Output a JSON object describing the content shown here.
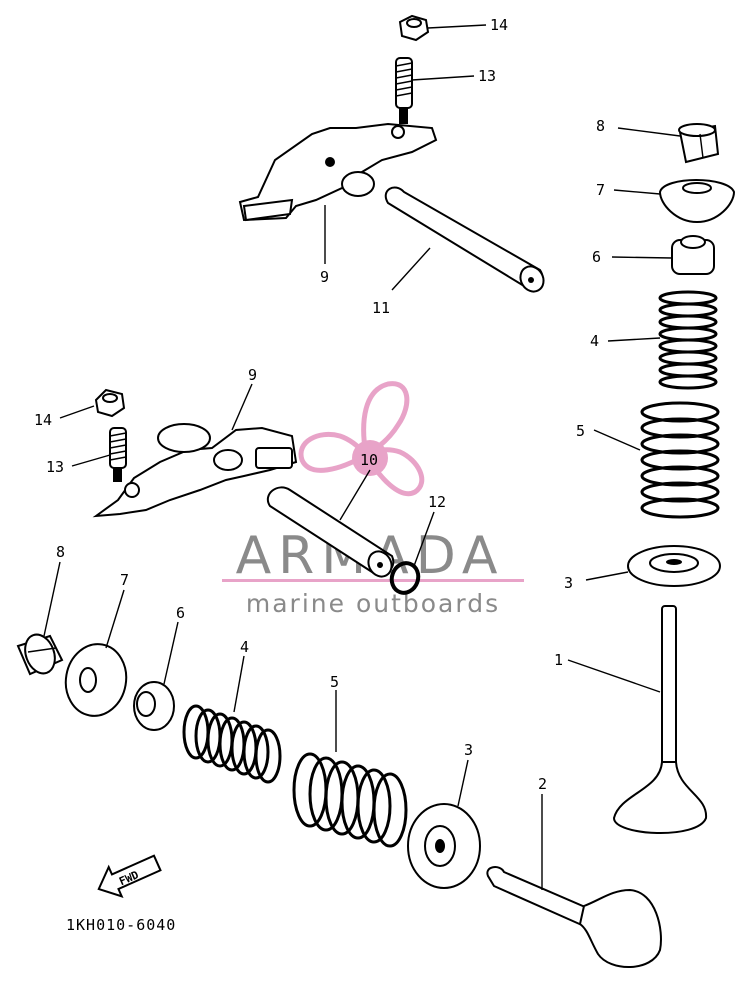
{
  "diagram": {
    "callouts": {
      "c14_top": "14",
      "c13_top": "13",
      "c9_top": "9",
      "c11": "11",
      "c8_right": "8",
      "c7_right": "7",
      "c6_right": "6",
      "c4_right": "4",
      "c5_right": "5",
      "c3_right": "3",
      "c1": "1",
      "c9_mid": "9",
      "c14_mid": "14",
      "c13_mid": "13",
      "c10": "10",
      "c12": "12",
      "c8_left": "8",
      "c7_left": "7",
      "c6_left": "6",
      "c4_left": "4",
      "c5_left": "5",
      "c3_left": "3",
      "c2": "2"
    },
    "fwd_label": "FWD",
    "drawing_code": "1KH010-6040"
  },
  "watermark": {
    "brand": "ARMADA",
    "tagline": "marine outboards",
    "color": "#e8a3c8"
  }
}
